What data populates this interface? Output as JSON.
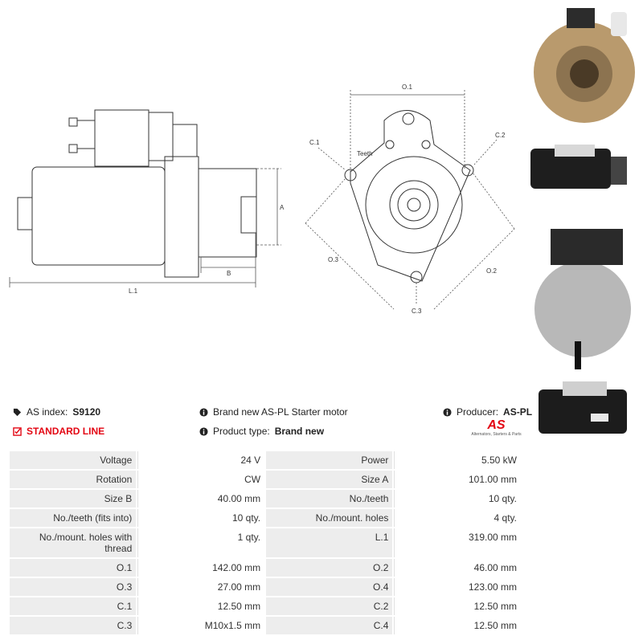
{
  "drawing": {
    "side_labels": {
      "A": "A",
      "B": "B",
      "L1": "L.1"
    },
    "front_labels": {
      "O1": "O.1",
      "O2": "O.2",
      "O3": "O.3",
      "C1": "C.1",
      "C2": "C.2",
      "C3": "C.3",
      "teeth": "Teeth"
    }
  },
  "info": {
    "as_index_label": "AS index:",
    "as_index_value": "S9120",
    "standard_line": "STANDARD LINE",
    "description": "Brand new AS-PL Starter motor",
    "product_type_label": "Product type:",
    "product_type_value": "Brand new",
    "producer_label": "Producer:",
    "producer_value": "AS-PL",
    "logo_text": "AS",
    "logo_tagline": "Alternators, Starters & Parts"
  },
  "specs": [
    [
      "Voltage",
      "24 V",
      "Power",
      "5.50 kW"
    ],
    [
      "Rotation",
      "CW",
      "Size A",
      "101.00 mm"
    ],
    [
      "Size B",
      "40.00 mm",
      "No./teeth",
      "10 qty."
    ],
    [
      "No./teeth (fits into)",
      "10 qty.",
      "No./mount. holes",
      "4 qty."
    ],
    [
      "No./mount. holes with thread",
      "1 qty.",
      "L.1",
      "319.00 mm"
    ],
    [
      "O.1",
      "142.00 mm",
      "O.2",
      "46.00 mm"
    ],
    [
      "O.3",
      "27.00 mm",
      "O.4",
      "123.00 mm"
    ],
    [
      "C.1",
      "12.50 mm",
      "C.2",
      "12.50 mm"
    ],
    [
      "C.3",
      "M10x1.5 mm",
      "C.4",
      "12.50 mm"
    ]
  ],
  "colors": {
    "accent_red": "#e30613",
    "table_bg": "#ededed"
  }
}
